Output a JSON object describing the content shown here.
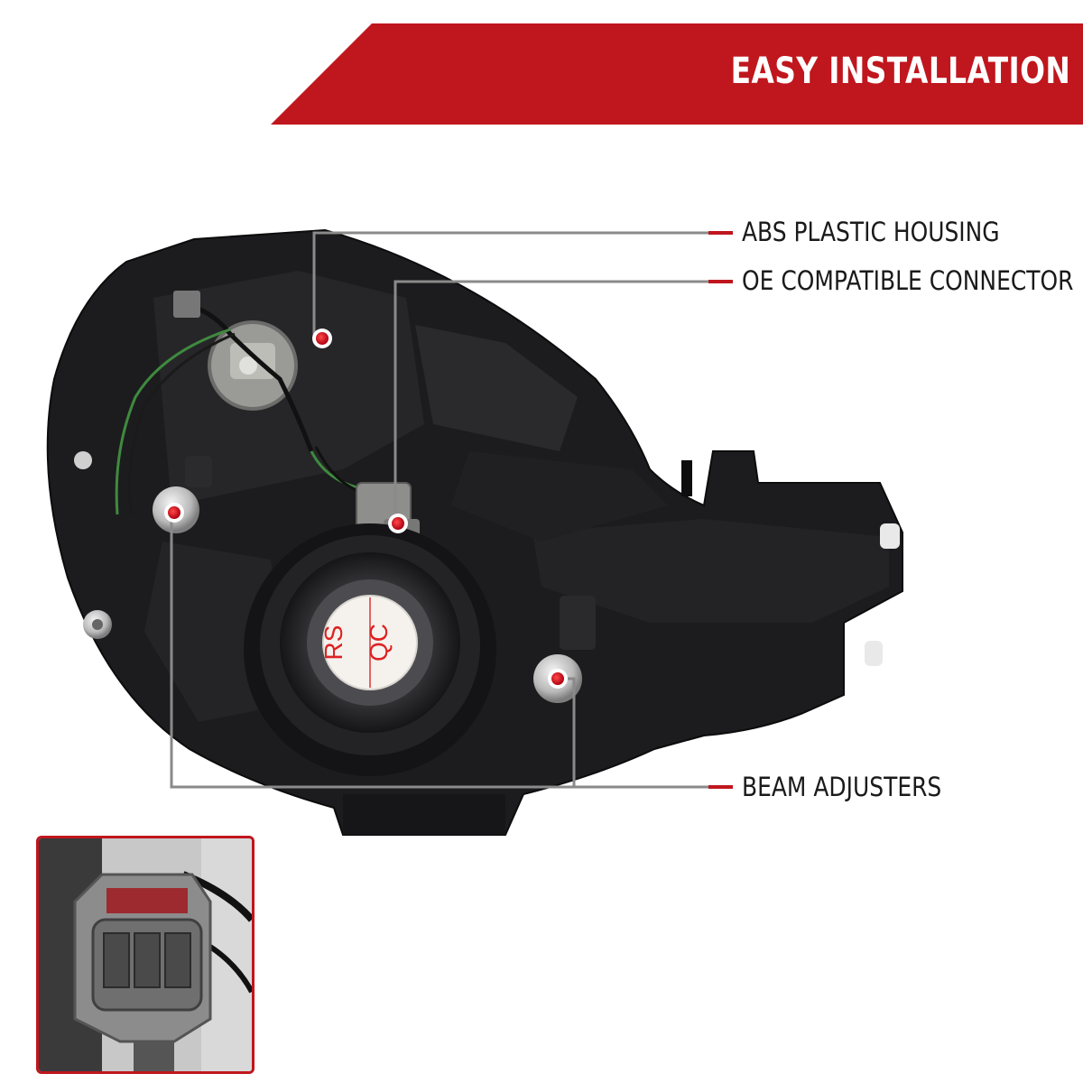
{
  "banner": {
    "title": "EASY INSTALLATION"
  },
  "callouts": {
    "housing": "ABS PLASTIC HOUSING",
    "connector": "OE COMPATIBLE CONNECTOR",
    "adjusters": "BEAM ADJUSTERS"
  },
  "lens_sticker": {
    "line1": "RS",
    "line2": "QC"
  },
  "colors": {
    "accent": "#c0161d",
    "housing": "#1c1c1e",
    "leader_line": "#8a8a8a",
    "marker": "#d01018"
  }
}
